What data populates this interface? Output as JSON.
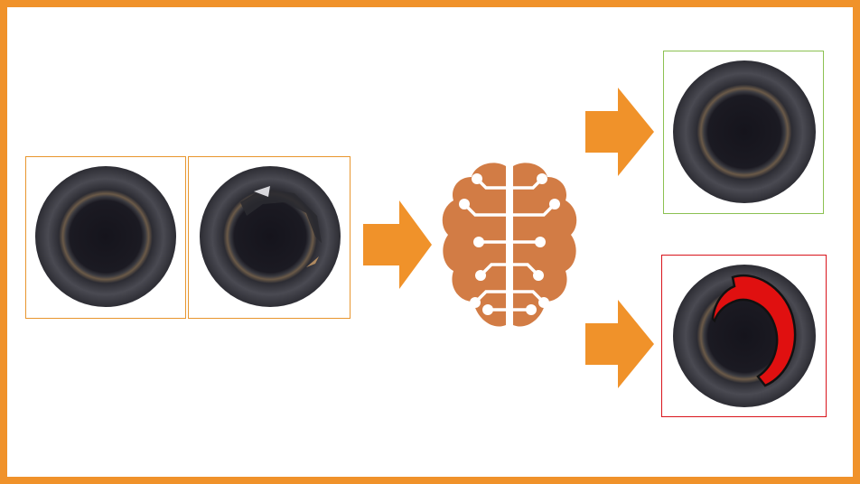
{
  "diagram": {
    "colors": {
      "frame": "#F0922A",
      "input_box": "#E8962E",
      "arrow": "#F0922A",
      "brain": "#D27C45",
      "ok_box": "#8CC152",
      "defect_box": "#D9141C",
      "defect_mask": "#E01010"
    },
    "nodes": [
      {
        "id": "input-good",
        "icon": "bottle-top-image"
      },
      {
        "id": "input-defect",
        "icon": "bottle-top-damaged-image"
      },
      {
        "id": "model",
        "icon": "ai-brain-circuit-icon"
      },
      {
        "id": "output-ok",
        "icon": "bottle-top-image"
      },
      {
        "id": "output-defect",
        "icon": "bottle-top-defect-mask-image"
      }
    ]
  }
}
